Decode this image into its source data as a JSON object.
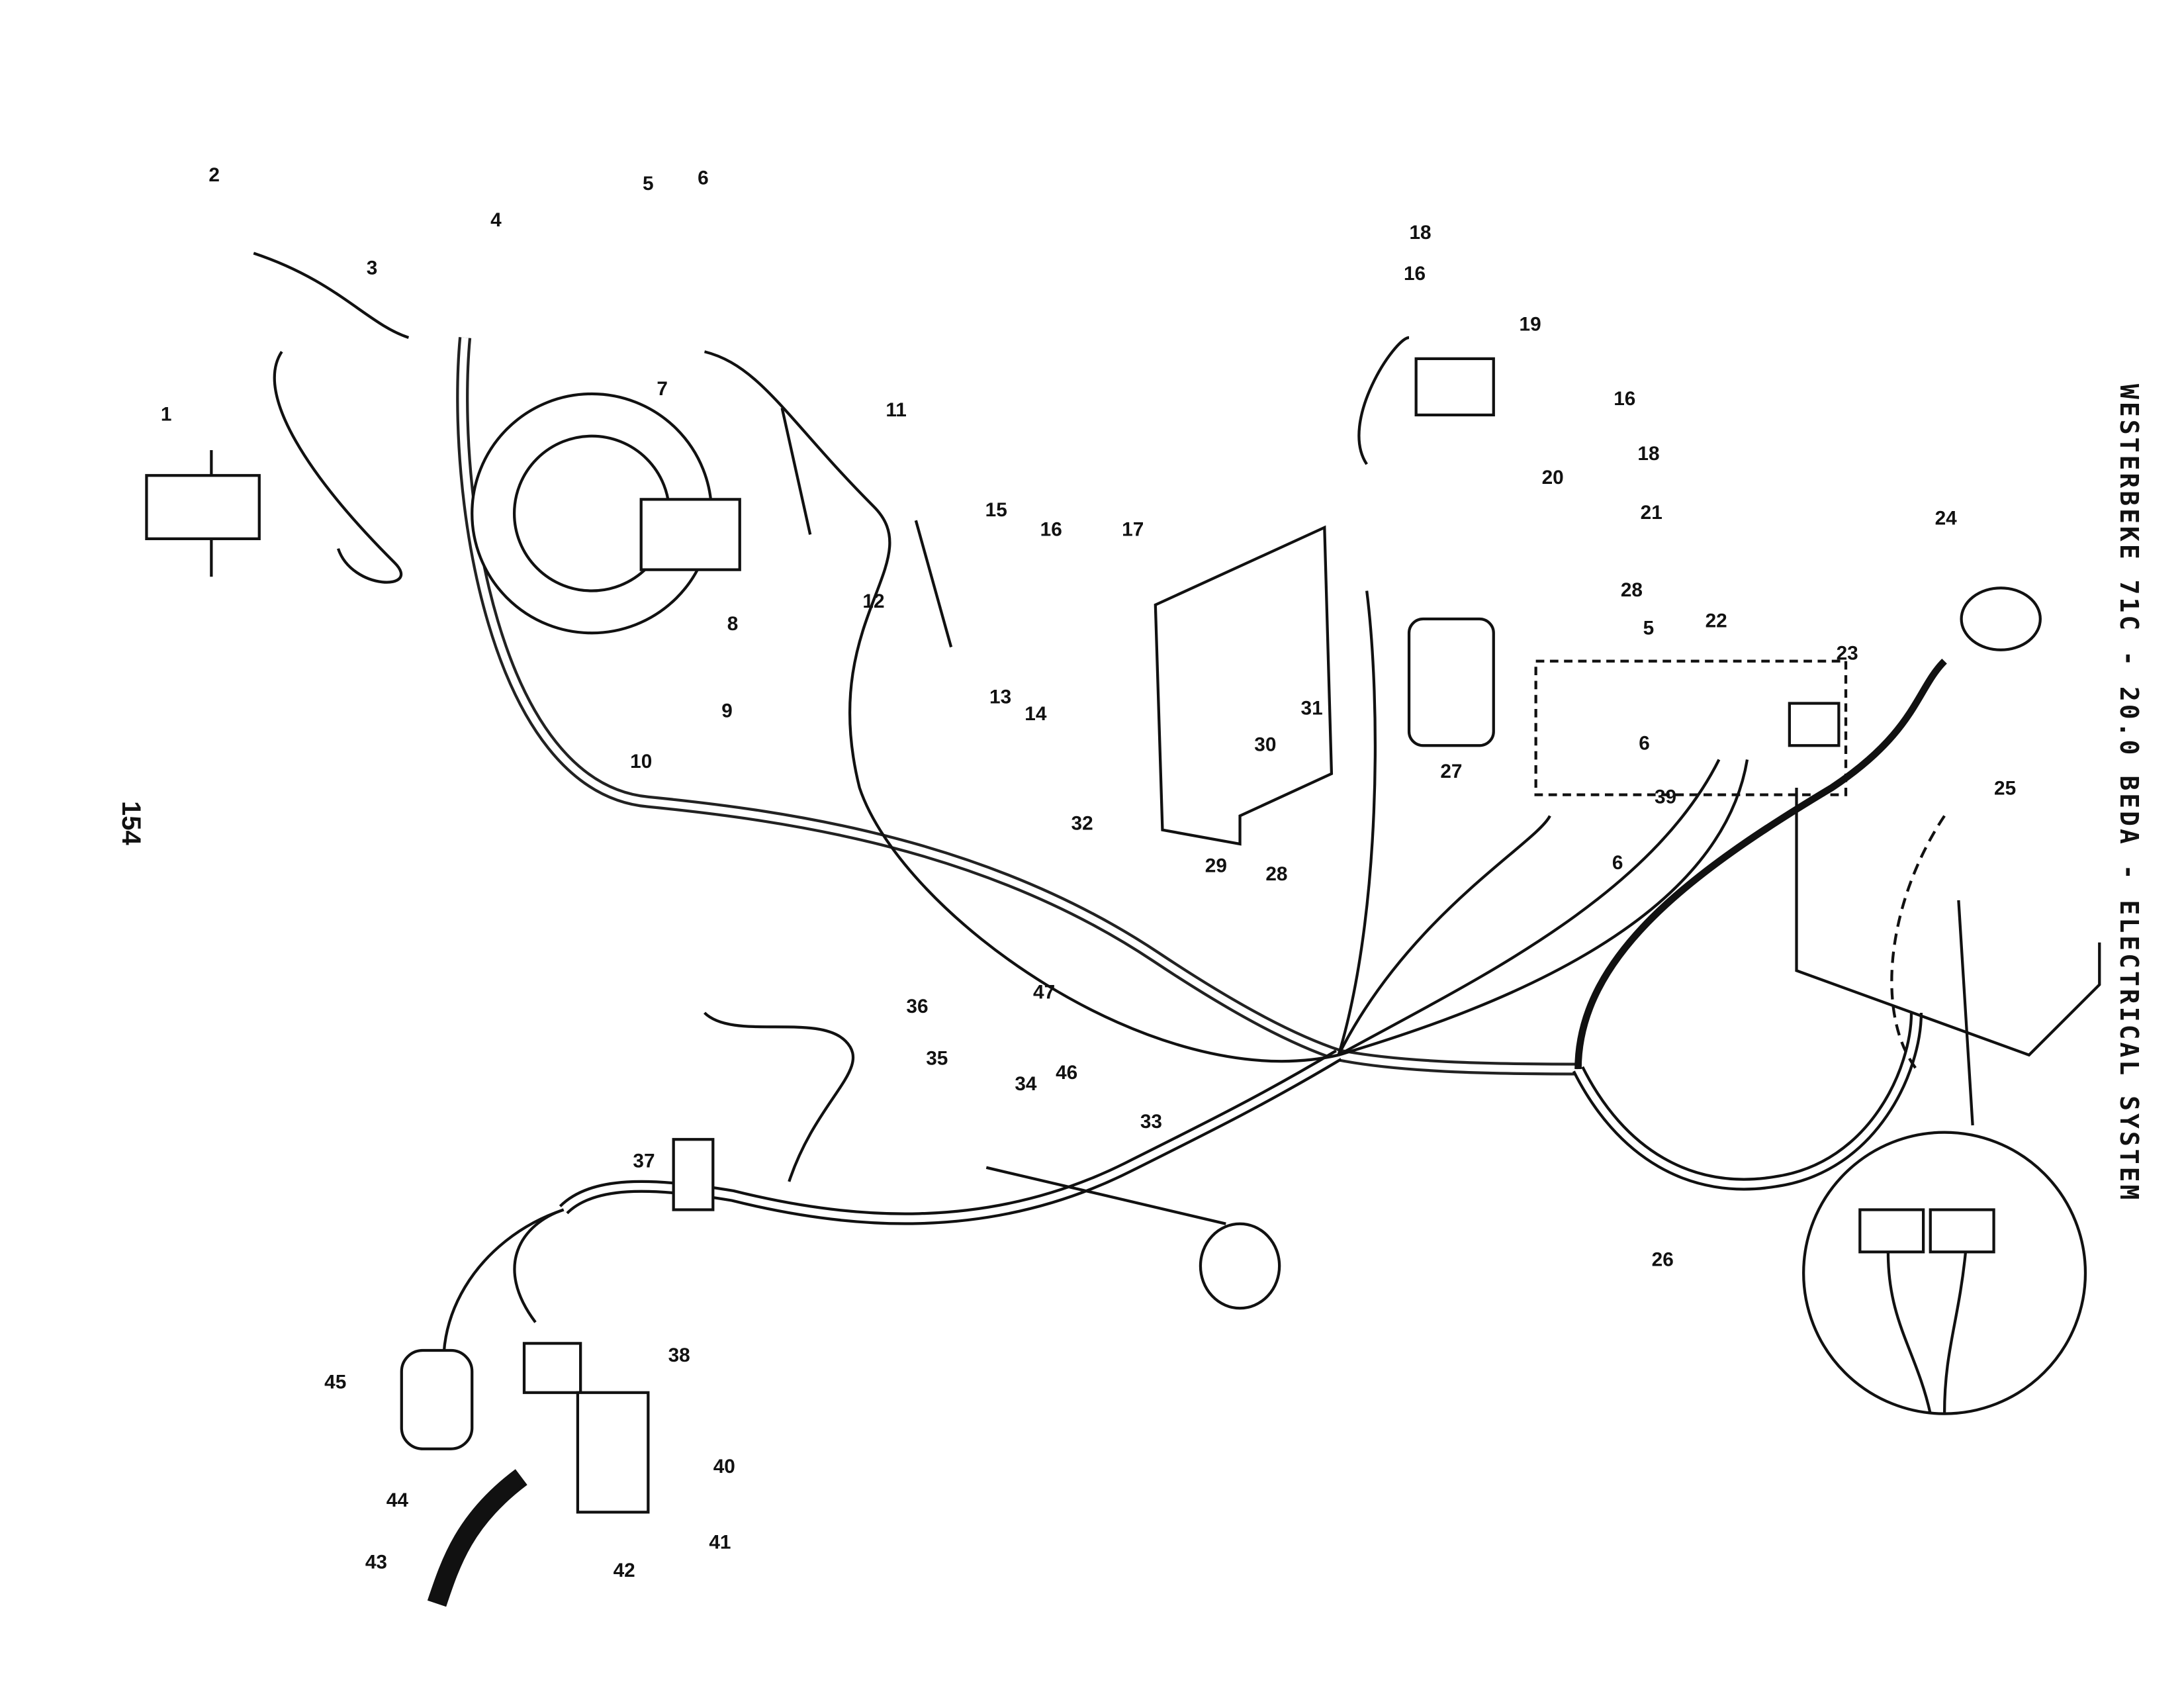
{
  "title": "WESTERBEKE 71C - 20.0 BEDA - ELECTRICAL SYSTEM",
  "page_number": "154",
  "callouts": [
    "1",
    "2",
    "3",
    "4",
    "5",
    "6",
    "7",
    "8",
    "9",
    "10",
    "11",
    "12",
    "13",
    "14",
    "15",
    "16",
    "17",
    "18",
    "16",
    "19",
    "16",
    "18",
    "20",
    "21",
    "24",
    "28",
    "5",
    "22",
    "23",
    "6",
    "25",
    "31",
    "30",
    "27",
    "39",
    "32",
    "29",
    "28",
    "6",
    "36",
    "47",
    "35",
    "46",
    "34",
    "33",
    "37",
    "26",
    "38",
    "45",
    "40",
    "44",
    "41",
    "43",
    "42"
  ]
}
